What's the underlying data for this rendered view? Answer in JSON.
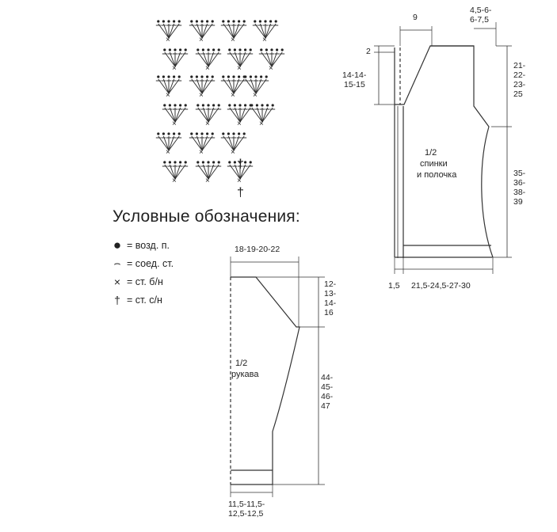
{
  "legend": {
    "title": "Условные обозначения:",
    "items": [
      {
        "glyph": "●",
        "icon": "chain-stitch-icon",
        "text": "= возд. п."
      },
      {
        "glyph": "⌢",
        "icon": "slip-stitch-icon",
        "text": "= соед. ст."
      },
      {
        "glyph": "×",
        "icon": "single-crochet-icon",
        "text": "= ст. б/н"
      },
      {
        "glyph": "†",
        "icon": "double-crochet-icon",
        "text": "= ст. с/н"
      }
    ]
  },
  "body_pattern": {
    "label_line1": "1/2",
    "label_line2": "спинки",
    "label_line3": "и полочка",
    "neck_width": "9",
    "shoulder_width": "4,5-6-",
    "shoulder_width2": "6-7,5",
    "shoulder_drop": "2",
    "neck_depth": "14-14-",
    "neck_depth2": "15-15",
    "armhole1": "21-",
    "armhole2": "22-",
    "armhole3": "23-",
    "armhole4": "25",
    "side1": "35-",
    "side2": "36-",
    "side3": "38-",
    "side4": "39",
    "placket": "1,5",
    "width": "21,5-24,5-27-30"
  },
  "sleeve_pattern": {
    "label_line1": "1/2",
    "label_line2": "рукава",
    "top_width": "18-19-20-22",
    "cap1": "12-",
    "cap2": "13-",
    "cap3": "14-",
    "cap4": "16",
    "len1": "44-",
    "len2": "45-",
    "len3": "46-",
    "len4": "47",
    "cuff1": "11,5-11,5-",
    "cuff2": "12,5-12,5"
  }
}
